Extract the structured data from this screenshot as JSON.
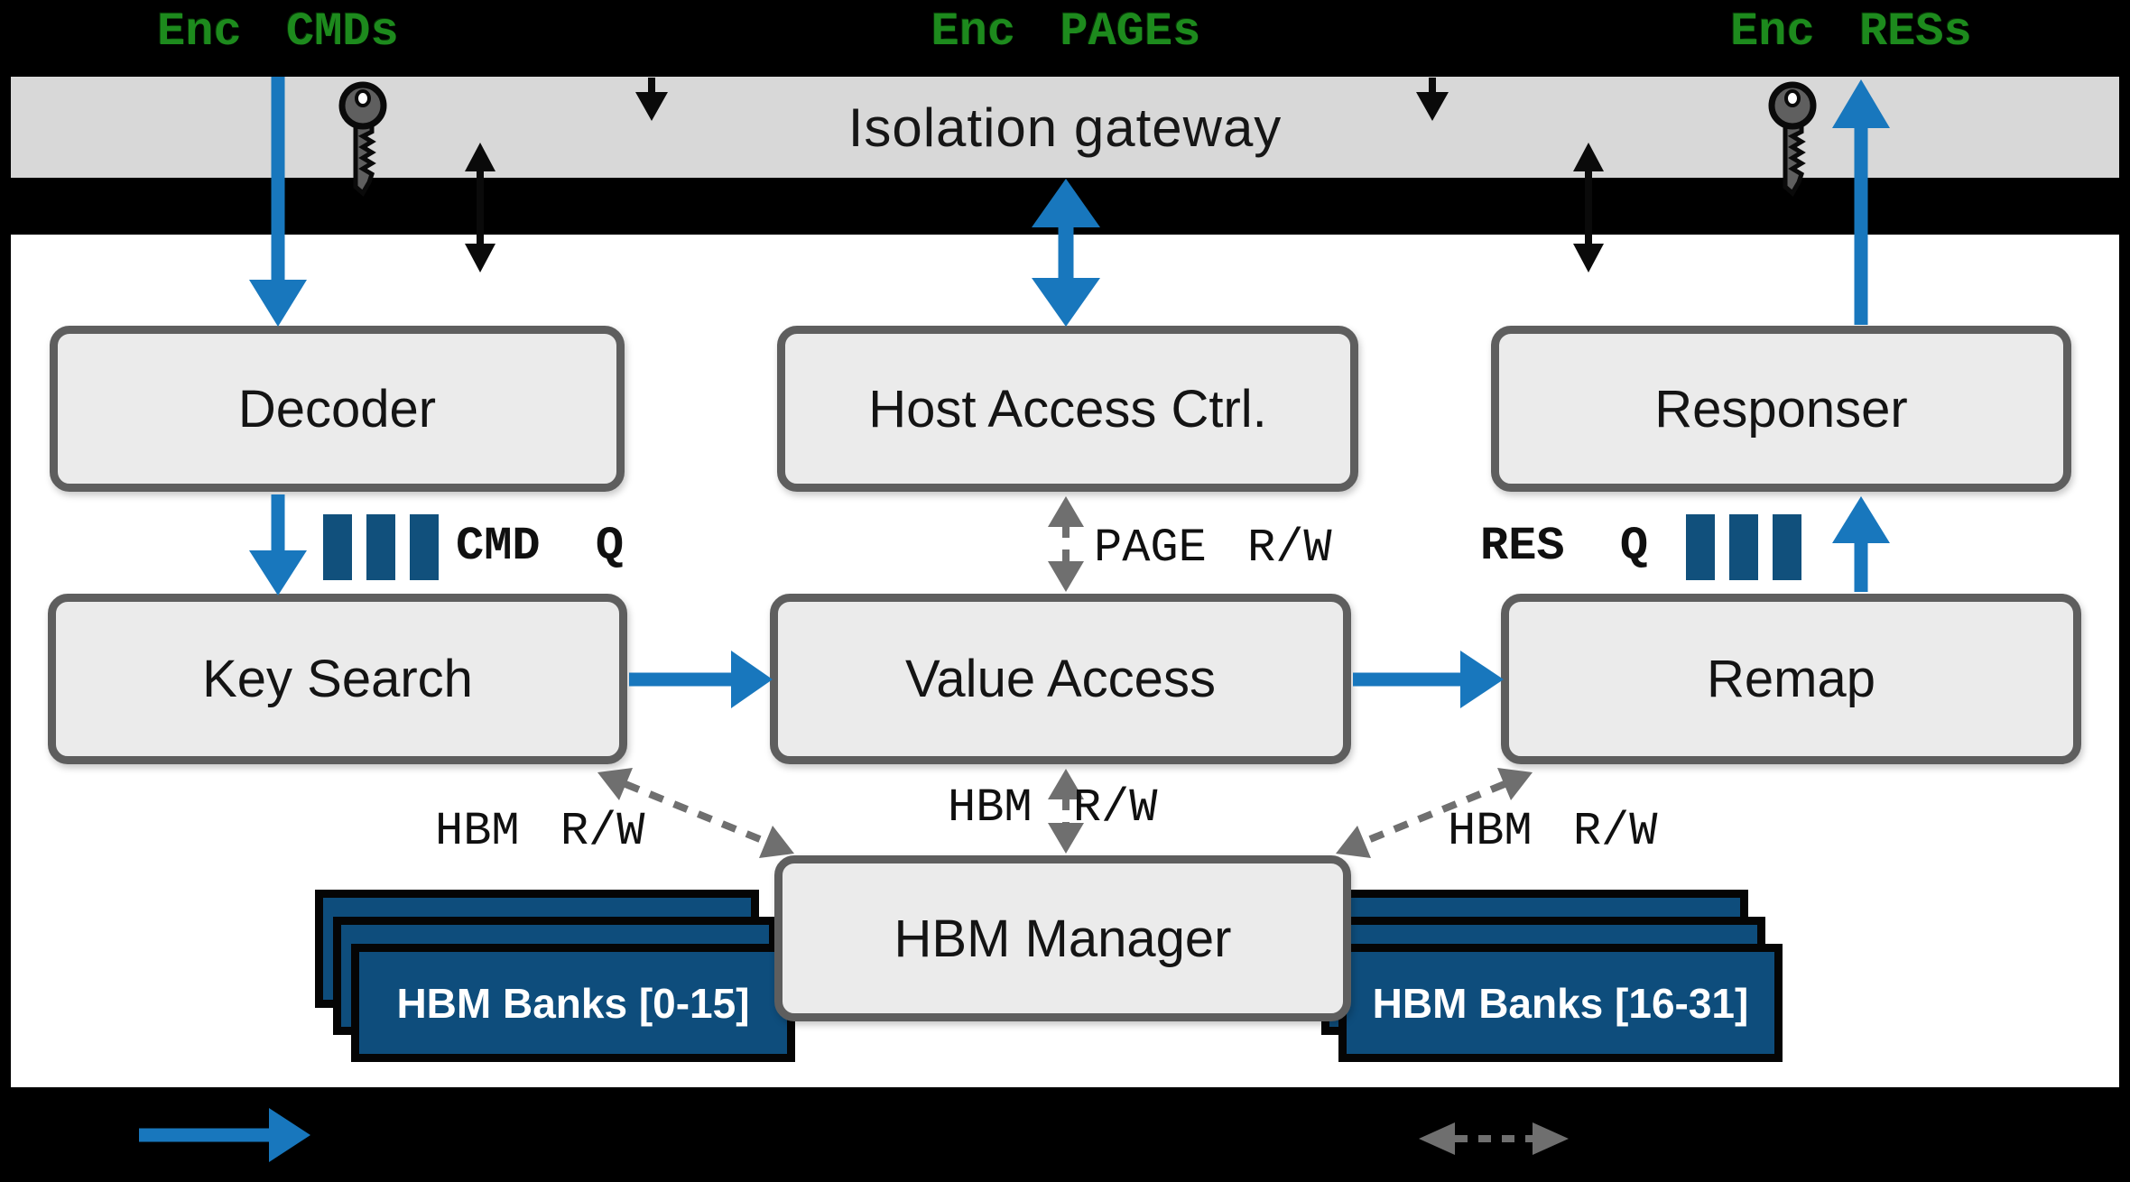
{
  "top_labels": {
    "cmds": "Enc CMDs",
    "pages": "Enc PAGEs",
    "ress": "Enc RESs"
  },
  "gateway": {
    "label": "Isolation gateway"
  },
  "boxes": {
    "decoder": {
      "label": "Decoder"
    },
    "host_access": {
      "label": "Host Access Ctrl."
    },
    "responser": {
      "label": "Responser"
    },
    "key_search": {
      "label": "Key Search"
    },
    "value_access": {
      "label": "Value Access"
    },
    "remap": {
      "label": "Remap"
    },
    "hbm_manager": {
      "label": "HBM Manager"
    }
  },
  "queues": {
    "cmd": {
      "label": "CMD Q",
      "icon": "queue-icon"
    },
    "res": {
      "label": "RES Q",
      "icon": "queue-icon"
    }
  },
  "links": {
    "page_rw": "PAGE R/W",
    "hbm_rw_left": "HBM R/W",
    "hbm_rw_center": "HBM R/W",
    "hbm_rw_right": "HBM R/W"
  },
  "banks": {
    "left": {
      "label": "HBM Banks [0-15]"
    },
    "right": {
      "label": "HBM Banks [16-31]"
    }
  },
  "icons": {
    "key": "key-icon",
    "queue": "queue-icon"
  },
  "colors": {
    "background": "#000000",
    "gateway_fill": "#d8d8d8",
    "box_fill": "#ebebeb",
    "box_border": "#5e5e5e",
    "accent_blue": "#1877bd",
    "dark_blue": "#11507c",
    "bank_blue": "#0e4d7c",
    "enc_green": "#1d8a1d",
    "dashed_gray": "#6f6f6f"
  }
}
